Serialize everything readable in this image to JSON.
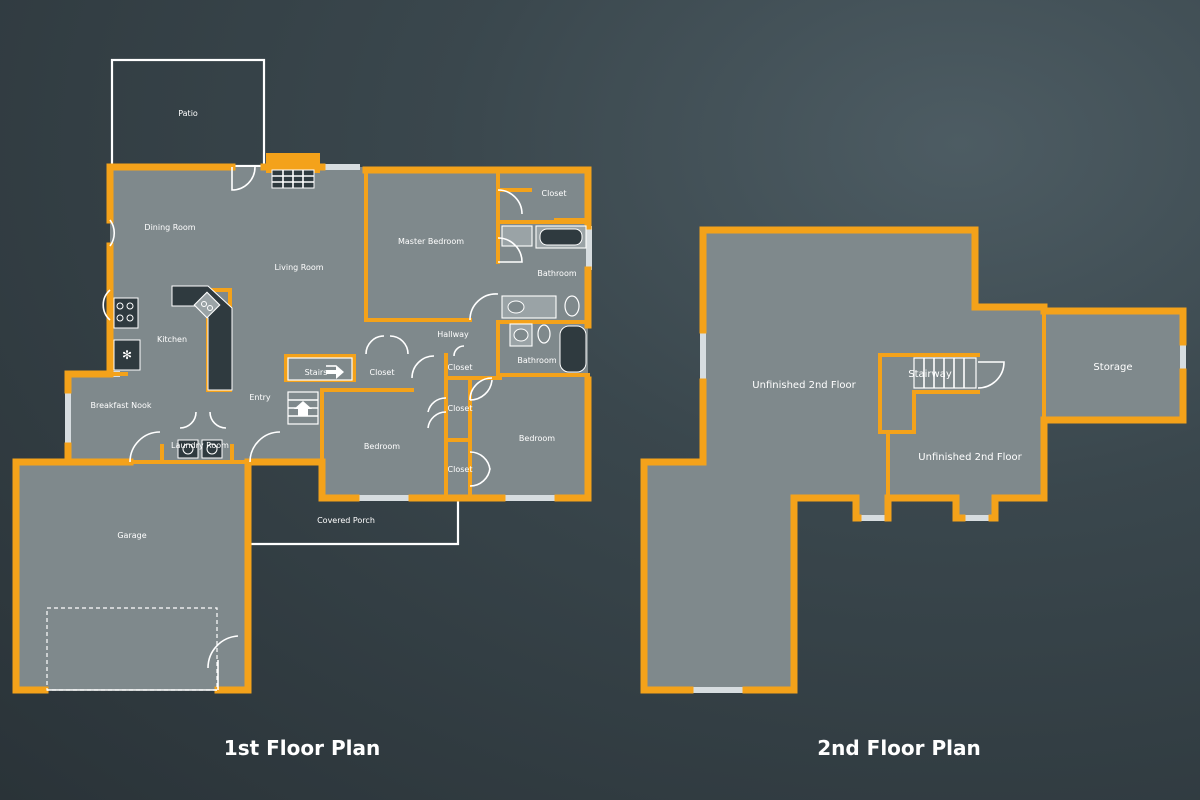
{
  "floor1": {
    "caption": "1st Floor Plan",
    "rooms": {
      "patio": "Patio",
      "dining_room": "Dining Room",
      "living_room": "Living Room",
      "master_bedroom": "Master Bedroom",
      "master_closet": "Closet",
      "master_bathroom": "Bathroom",
      "kitchen": "Kitchen",
      "hallway": "Hallway",
      "stairs": "Stairs",
      "hall_closet": "Closet",
      "small_closet_1": "Closet",
      "bathroom": "Bathroom",
      "breakfast_nook": "Breakfast Nook",
      "entry": "Entry",
      "small_closet_2": "Closet",
      "laundry_room": "Laundry Room",
      "bedroom_1": "Bedroom",
      "bedroom_2": "Bedroom",
      "small_closet_3": "Closet",
      "garage": "Garage",
      "covered_porch": "Covered Porch"
    }
  },
  "floor2": {
    "caption": "2nd Floor Plan",
    "rooms": {
      "unfinished_main": "Unfinished 2nd Floor",
      "stairway": "Stairway",
      "unfinished_secondary": "Unfinished 2nd Floor",
      "storage": "Storage"
    }
  },
  "colors": {
    "background": "#3a474d",
    "wall": "#f4a21a",
    "floor_fill": "#7f898c",
    "outline": "#ffffff"
  }
}
